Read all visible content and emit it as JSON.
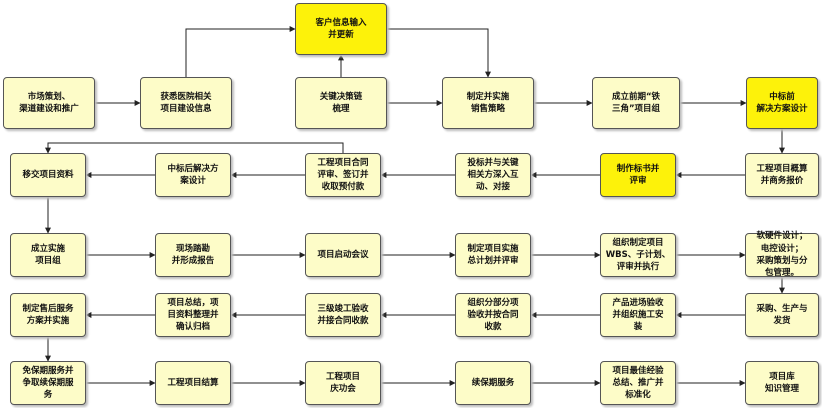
{
  "colors": {
    "box_fill": "#fdfcc8",
    "box_fill_highlight": "#fdf20a",
    "box_border": "#555555",
    "arrow": "#222222"
  },
  "nodes": {
    "customer_info": "客户信息输入\n并更新",
    "market_planning": "市场策划、\n渠道建设和推广",
    "project_info": "获悉医院相关\n项目建设信息",
    "key_decision": "关键决策链\n梳理",
    "sales_strategy": "制定并实施\n销售策略",
    "pre_project_team": "成立前期“铁\n三角”项目组",
    "bid_solution": "中标前\n解决方案设计",
    "submit_data": "移交项目资料",
    "post_bid_design": "中标后解决方\n案设计",
    "contract_review": "工程项目合同\n评审、签订并\n收取预付款",
    "bid_explain": "投标并与关键\n相关方深入互\n动、对接",
    "bid_doc_review": "制作标书并\n评审",
    "budget_business": "工程项目概算\n并商务报价",
    "impl_team": "成立实施\n项目组",
    "site_survey": "现场踏勘\n并形成报告",
    "kickoff": "项目启动会议",
    "impl_plan": "制定项目实施\n总计划并评审",
    "wbs": "组织制定项目\nWBS、子计划、\n评审并执行",
    "deepen_design": "软硬件设计；\n电控设计；\n采购策划与分\n包管理。",
    "service_plan": "制定售后服务\n方案并实施",
    "summary": "项目总结，项\n目资料整理并\n确认归档",
    "tertiary_accept": "三级竣工验收\n并接合同收款",
    "partial_accept": "组织分部分项\n验收并按合同\n收款",
    "product_install": "产品进场验收\n并组织施工安\n装",
    "purchase": "采购、生产与\n发货",
    "warranty_collect": "免保期服务并\n争取续保期服\n务",
    "final_settlement": "工程项目结算",
    "celebration": "工程项目\n庆功会",
    "extended_service": "续保期服务",
    "best_practice": "项目最佳经验\n总结、推广并\n标准化",
    "knowledge": "项目库\n知识管理"
  }
}
